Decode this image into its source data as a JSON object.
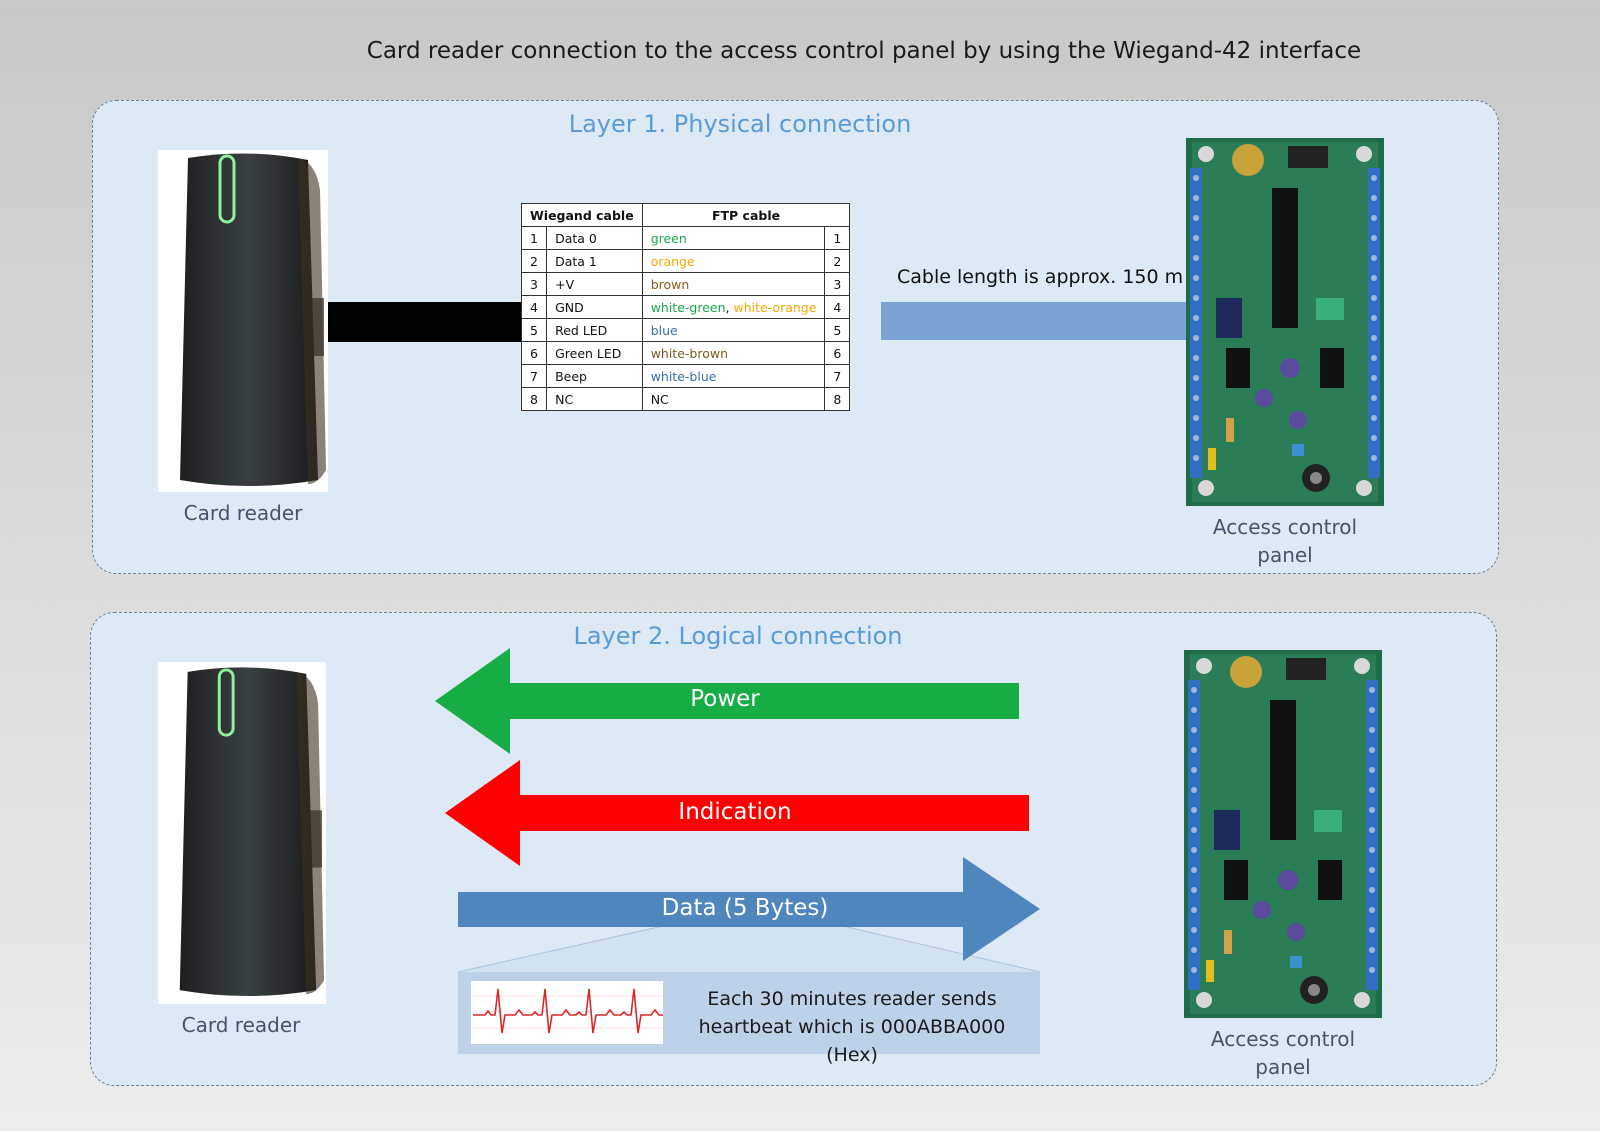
{
  "title": "Card reader connection to the access control panel by using the Wiegand-42 interface",
  "layer1": {
    "title": "Layer 1. Physical connection",
    "reader_caption": "Card reader",
    "panel_caption_line1": "Access control",
    "panel_caption_line2": "panel",
    "cable_length": "Cable length is approx. 150 m",
    "table": {
      "header_left": "Wiegand cable",
      "header_right": "FTP cable",
      "rows": [
        {
          "pin": "1",
          "signal": "Data 0",
          "wire": "green",
          "ftp_pin": "1"
        },
        {
          "pin": "2",
          "signal": "Data 1",
          "wire": "orange",
          "ftp_pin": "2"
        },
        {
          "pin": "3",
          "signal": "+V",
          "wire": "brown",
          "ftp_pin": "3"
        },
        {
          "pin": "4",
          "signal": "GND",
          "wire": "white-green",
          "wire_sep": ", ",
          "wire2": "white-orange",
          "ftp_pin": "4"
        },
        {
          "pin": "5",
          "signal": "Red LED",
          "wire": "blue",
          "ftp_pin": "5"
        },
        {
          "pin": "6",
          "signal": "Green LED",
          "wire": "white-brown",
          "ftp_pin": "6"
        },
        {
          "pin": "7",
          "signal": "Beep",
          "wire": "white-blue",
          "ftp_pin": "7"
        },
        {
          "pin": "8",
          "signal": "NC",
          "wire": "NC",
          "ftp_pin": "8"
        }
      ]
    }
  },
  "layer2": {
    "title": "Layer 2. Logical connection",
    "reader_caption": "Card reader",
    "panel_caption_line1": "Access control",
    "panel_caption_line2": "panel",
    "power_label": "Power",
    "indication_label": "Indication",
    "data_label": "Data (5 Bytes)",
    "heartbeat_line1": "Each 30 minutes reader sends",
    "heartbeat_line2": "heartbeat which is 000ABBA000 (Hex)"
  },
  "colors": {
    "panel_bg": "#dde9f4",
    "panel_title": "#5a9bd5",
    "power_arrow": "#17ad45",
    "indication_arrow": "#ff0000",
    "data_arrow": "#4f86bd",
    "ftp_cable": "#7ba4d4",
    "wire_green": "#19a848",
    "wire_orange": "#f7a800",
    "wire_brown": "#8a5a1c",
    "wire_blue": "#3a6faa",
    "wire_white_brown": "#7a5a20",
    "wire_white_blue": "#3d6ba8",
    "heartbeat_trace": "#d92828"
  },
  "icons": [
    "card-reader-icon",
    "access-control-board-icon",
    "heartbeat-icon"
  ]
}
